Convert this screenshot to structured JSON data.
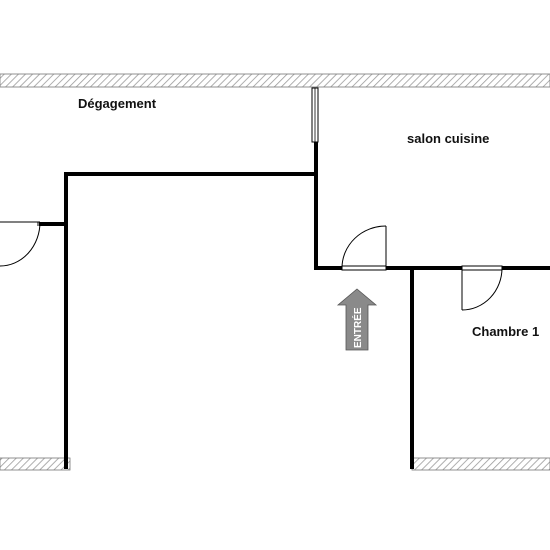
{
  "rooms": {
    "degagement": "Dégagement",
    "salon_cuisine": "salon cuisine",
    "chambre_1": "Chambre 1"
  },
  "entrance": {
    "label": "ENTRÉE",
    "icon": "up-arrow-icon",
    "color": "#8a8a8a"
  },
  "colors": {
    "wall": "#000000",
    "hatch": "#9a9a9a",
    "background": "#ffffff"
  }
}
